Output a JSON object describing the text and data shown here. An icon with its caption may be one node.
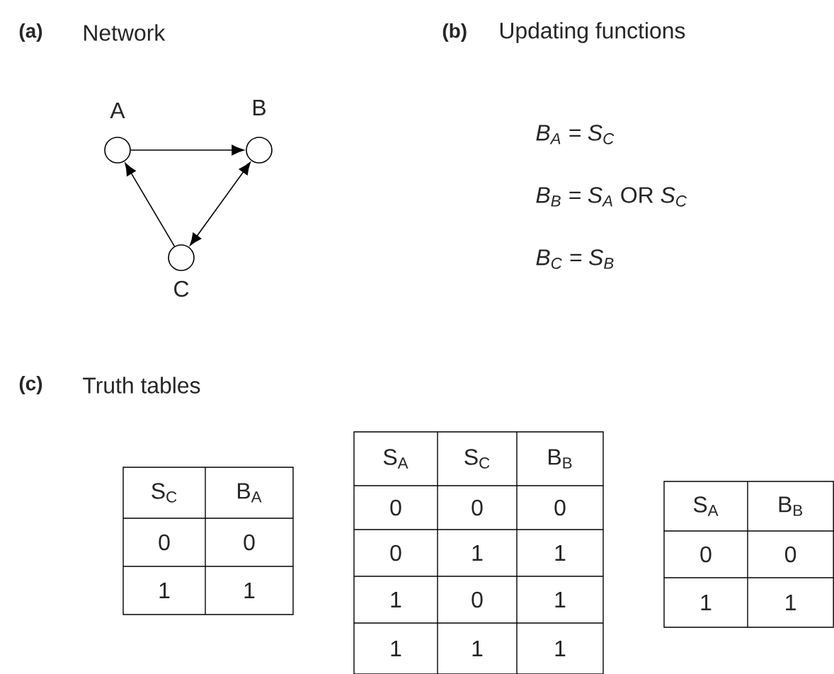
{
  "diagram": {
    "nodes": [
      {
        "text": [
          "A"
        ]
      },
      {
        "text": [
          "B"
        ]
      },
      {
        "text": [
          "C"
        ]
      }
    ],
    "edges": [
      {
        "from": 0,
        "to": 1,
        "arrow": "to"
      },
      {
        "from": 2,
        "to": 0,
        "arrow": "to"
      },
      {
        "from": 1,
        "to": 2,
        "arrow": "both"
      }
    ],
    "labels": [
      "(a)",
      "Network",
      "(b)",
      "Updating functions",
      "B$_{A}$ = S$_{C}$",
      "*B$_{B}$ = S$_{A}$* OR *S$_{C}$*",
      "B$_{C}$ = S$_{B}$",
      "(c)",
      "Truth tables",
      "S$_{C}$",
      "B$_{A}$",
      "0",
      "0",
      "1",
      "1",
      "S$_{A}$",
      "S$_{C}$",
      "B$_{B}$",
      "0",
      "0",
      "0",
      "0",
      "1",
      "1",
      "1",
      "0",
      "1",
      "1",
      "1",
      "1",
      "S$_{A}$",
      "B$_{B}$",
      "0",
      "0",
      "1",
      "1"
    ]
  }
}
